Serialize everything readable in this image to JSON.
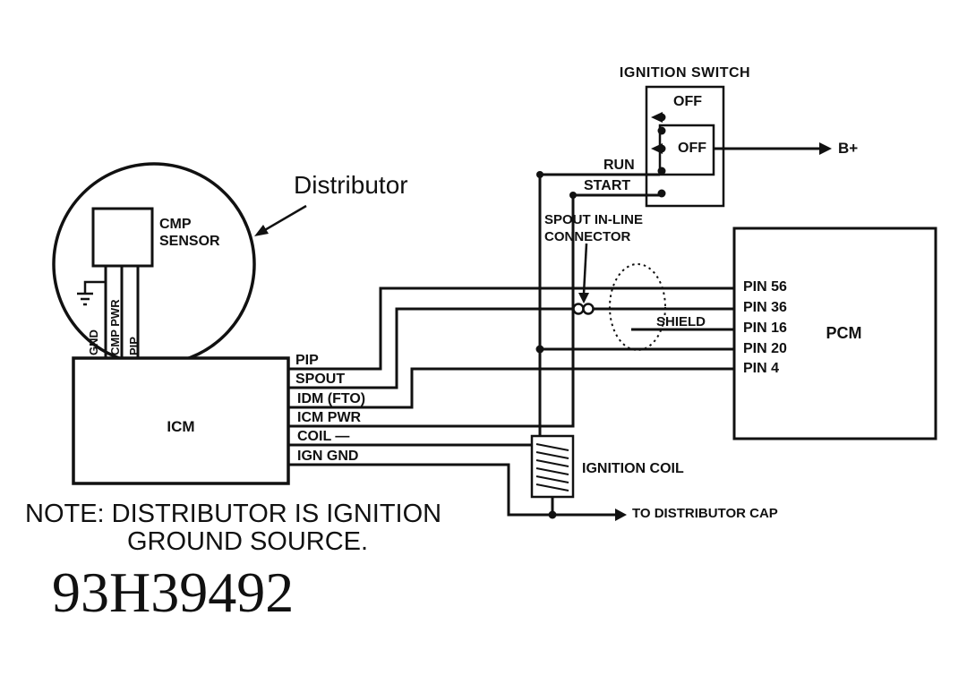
{
  "diagram": {
    "title_code": "93H39492",
    "note_line1": "NOTE: DISTRIBUTOR IS IGNITION",
    "note_line2": "GROUND SOURCE.",
    "distributor": {
      "label": "Distributor",
      "sensor_label_line1": "CMP",
      "sensor_label_line2": "SENSOR",
      "wire_labels": [
        "GND",
        "CMP PWR",
        "PIP"
      ]
    },
    "icm": {
      "label": "ICM",
      "outputs": [
        "PIP",
        "SPOUT",
        "IDM (FTO)",
        "ICM PWR",
        "COIL —",
        "IGN GND"
      ]
    },
    "pcm": {
      "label": "PCM",
      "pins": [
        "PIN 56",
        "PIN 36",
        "PIN 16",
        "PIN 20",
        "PIN 4"
      ]
    },
    "ignition_switch": {
      "label": "IGNITION SWITCH",
      "positions": {
        "off_top": "OFF",
        "off_inner": "OFF",
        "run": "RUN",
        "start": "START"
      },
      "battery_label": "B+"
    },
    "spout_connector": {
      "label_line1": "SPOUT IN-LINE",
      "label_line2": "CONNECTOR"
    },
    "shield_label": "SHIELD",
    "ignition_coil_label": "IGNITION COIL",
    "to_distributor_cap_label": "TO DISTRIBUTOR CAP",
    "colors": {
      "ink": "#111111",
      "background": "#ffffff"
    }
  }
}
